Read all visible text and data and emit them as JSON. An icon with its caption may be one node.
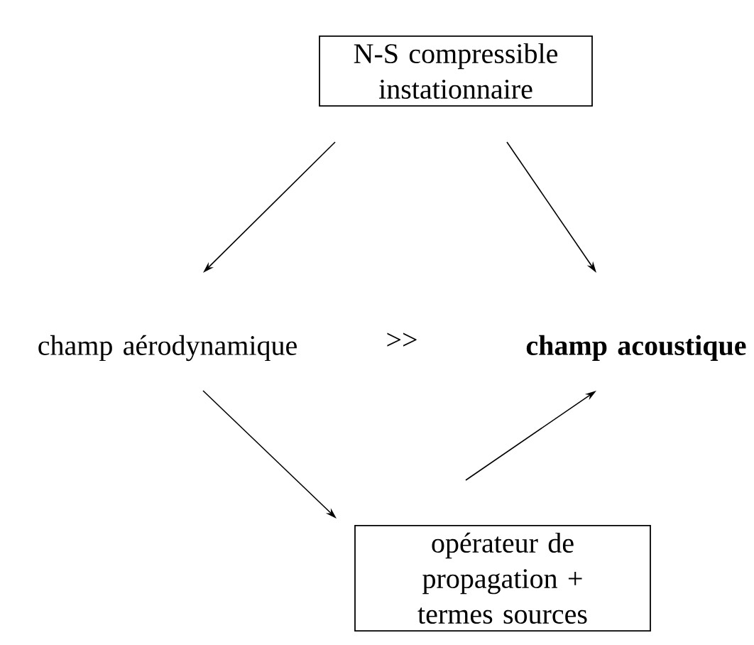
{
  "diagram": {
    "nodes": [
      {
        "text": [
          "N-S compressible instationnaire"
        ]
      },
      {
        "text": [
          "champ aérodynamique"
        ]
      },
      {
        "text": [
          "champ acoustique"
        ]
      },
      {
        "text": [
          "opérateur de propagation + termes sources"
        ]
      }
    ],
    "edges": [
      {
        "from": 0,
        "to": 1,
        "arrow": "to"
      },
      {
        "from": 0,
        "to": 2,
        "arrow": "to"
      },
      {
        "from": 1,
        "to": 3,
        "arrow": "to"
      },
      {
        "from": 3,
        "to": 2,
        "arrow": "to"
      }
    ],
    "labels": [
      ">>"
    ]
  }
}
